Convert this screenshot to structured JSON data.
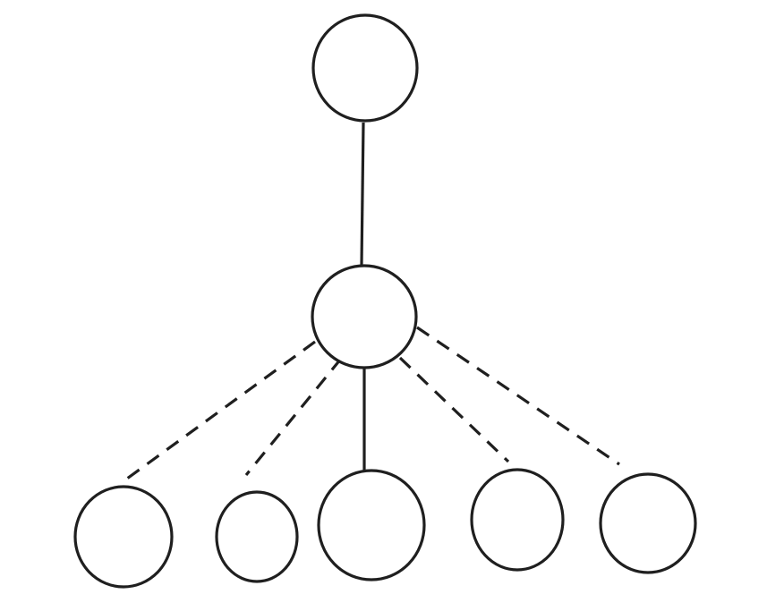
{
  "diagram": {
    "type": "tree",
    "colors": {
      "background": "#ffffff",
      "stroke": "#1f1f1f"
    },
    "nodes": [
      {
        "id": "root"
      },
      {
        "id": "middle"
      },
      {
        "id": "leaf-1"
      },
      {
        "id": "leaf-2"
      },
      {
        "id": "leaf-3"
      },
      {
        "id": "leaf-4"
      },
      {
        "id": "leaf-5"
      }
    ],
    "edges": [
      {
        "from": "root",
        "to": "middle",
        "style": "solid"
      },
      {
        "from": "middle",
        "to": "leaf-1",
        "style": "dashed"
      },
      {
        "from": "middle",
        "to": "leaf-2",
        "style": "dashed"
      },
      {
        "from": "middle",
        "to": "leaf-3",
        "style": "solid"
      },
      {
        "from": "middle",
        "to": "leaf-4",
        "style": "dashed"
      },
      {
        "from": "middle",
        "to": "leaf-5",
        "style": "dashed"
      }
    ]
  }
}
